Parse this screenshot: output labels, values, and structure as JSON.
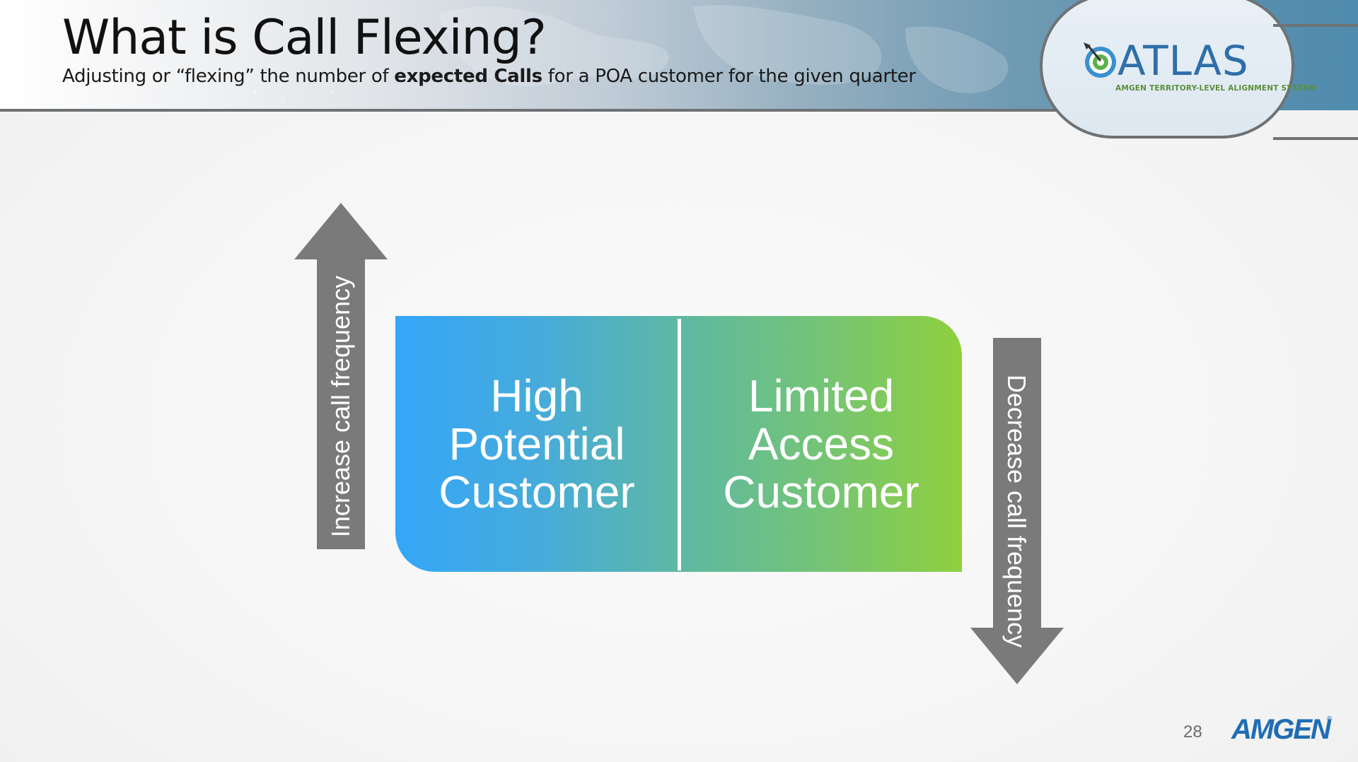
{
  "header": {
    "title": "What is Call Flexing?",
    "subtitle_pre": "Adjusting or “flexing” the number of ",
    "subtitle_bold": "expected Calls",
    "subtitle_post": " for a POA customer for the given quarter"
  },
  "logo": {
    "wordmark": "ATLAS",
    "tagline": "AMGEN TERRITORY-LEVEL ALIGNMENT SYSTEM",
    "icon": "target-arrow-icon"
  },
  "arrows": {
    "up_label": "Increase call frequency",
    "down_label": "Decrease call frequency",
    "color": "#7a7a7a"
  },
  "box": {
    "left_lines": [
      "High",
      "Potential",
      "Customer"
    ],
    "right_lines": [
      "Limited",
      "Access",
      "Customer"
    ],
    "gradient_start": "#35a6f8",
    "gradient_end": "#8fd03e"
  },
  "footer": {
    "page_number": "28",
    "brand": "AMGEN",
    "brand_mark": "®",
    "brand_color": "#1f6db3"
  }
}
